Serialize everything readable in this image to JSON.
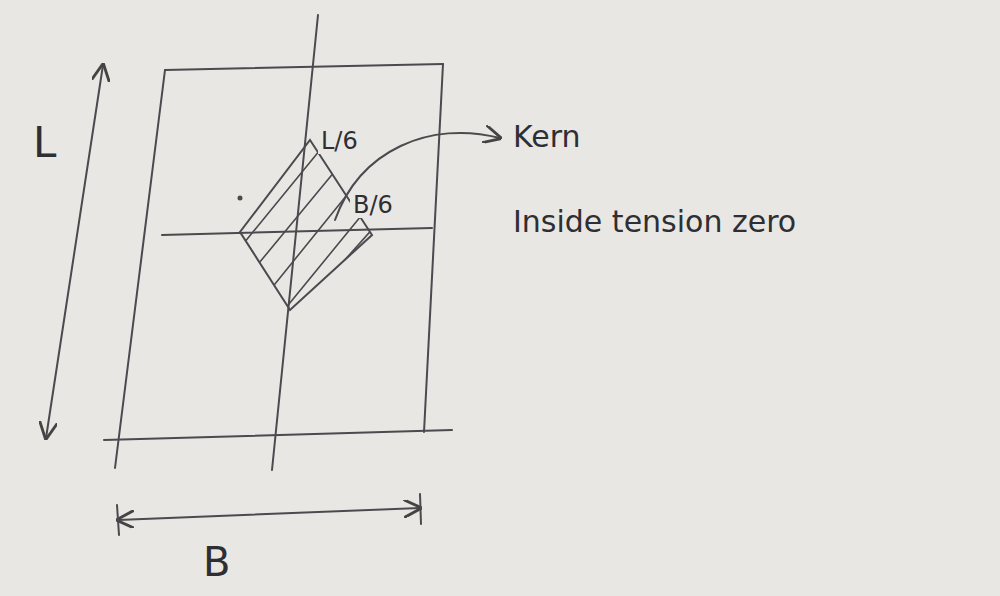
{
  "diagram": {
    "labels": [
      "L",
      "L/6",
      "B/6",
      "Kern",
      "Inside tension zero",
      "B"
    ]
  }
}
